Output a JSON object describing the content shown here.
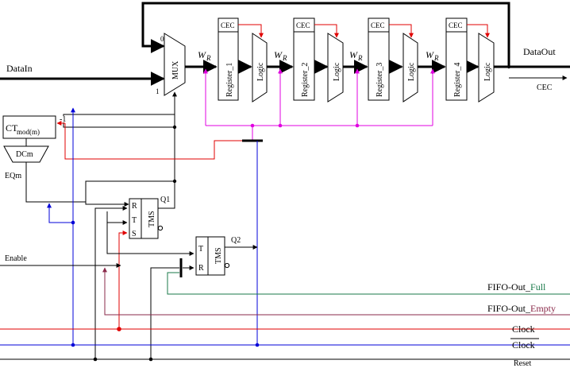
{
  "signals": {
    "data_in": "DataIn",
    "data_out": "DataOut",
    "cec_out": "CEC",
    "enable": "Enable",
    "fifo_full_prefix": "FIFO-Out_",
    "fifo_full_suffix": "Full",
    "fifo_empty_prefix": "FIFO-Out_",
    "fifo_empty_suffix": "Empty",
    "clock": "Clock",
    "clock_inv": "Clock",
    "reset": "Reset",
    "q1": "Q1",
    "q2": "Q2",
    "eqm": "EQm",
    "minus_one": "-1"
  },
  "mux": {
    "label": "MUX",
    "input0": "0",
    "input1": "1"
  },
  "counter": {
    "label_main": "CT",
    "label_sub": "mod(m)",
    "decoder": "DCm"
  },
  "write_label": {
    "w": "W",
    "r": "R"
  },
  "registers": [
    {
      "name": "Register_1",
      "cec": "CEC"
    },
    {
      "name": "Register_2",
      "cec": "CEC"
    },
    {
      "name": "Register_3",
      "cec": "CEC"
    },
    {
      "name": "Register_4",
      "cec": "CEC"
    }
  ],
  "logic_label": "Logic",
  "tms1": {
    "label": "TMS",
    "pins": [
      "R",
      "T",
      "S"
    ]
  },
  "tms2": {
    "label": "TMS",
    "pins": [
      "T",
      "R"
    ]
  },
  "colors": {
    "clock": "#e00000",
    "clock_inv": "#0000d8",
    "write_enable": "#e000e0",
    "full": "#1a7a4a",
    "empty": "#8a2a4a"
  }
}
